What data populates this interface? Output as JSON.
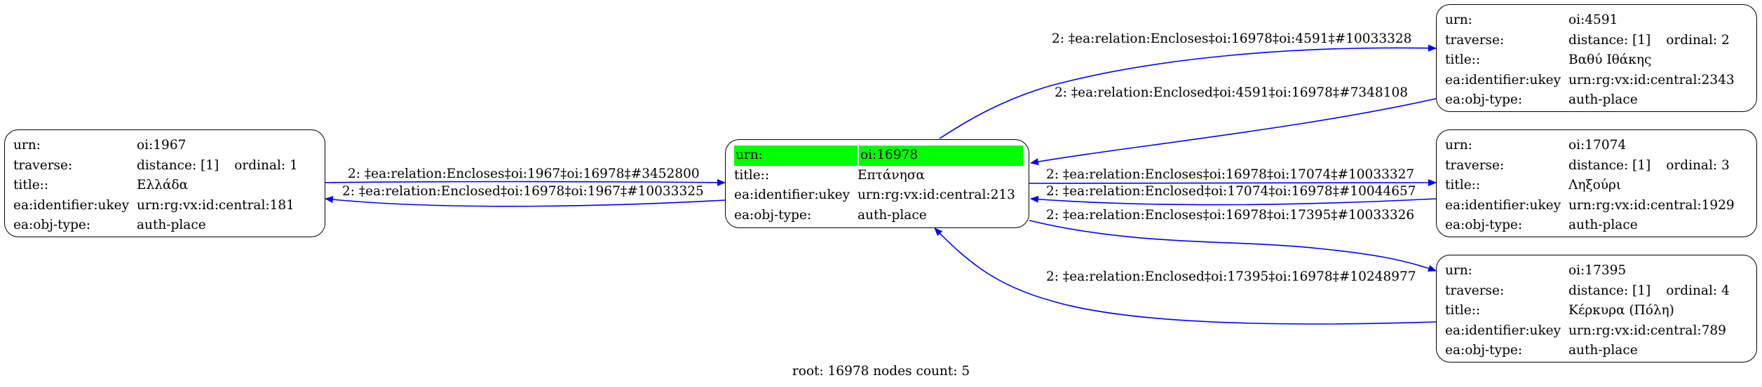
{
  "colors": {
    "edge": "#0000ff",
    "highlight": "#00ff00"
  },
  "nodes": {
    "n1967": {
      "urn_key": "urn:",
      "urn": "oi:1967",
      "traverse_key": "traverse:",
      "distance": "distance: [1]",
      "ordinal": "ordinal: 1",
      "title_key": "title::",
      "title": "Ελλάδα",
      "ukey_key": "ea:identifier:ukey",
      "ukey": "urn:rg:vx:id:central:181",
      "type_key": "ea:obj-type:",
      "type": "auth-place"
    },
    "n16978": {
      "urn_key": "urn:",
      "urn": "oi:16978",
      "title_key": "title::",
      "title": "Επτάνησα",
      "ukey_key": "ea:identifier:ukey",
      "ukey": "urn:rg:vx:id:central:213",
      "type_key": "ea:obj-type:",
      "type": "auth-place"
    },
    "n4591": {
      "urn_key": "urn:",
      "urn": "oi:4591",
      "traverse_key": "traverse:",
      "distance": "distance: [1]",
      "ordinal": "ordinal: 2",
      "title_key": "title::",
      "title": "Βαθύ Ιθάκης",
      "ukey_key": "ea:identifier:ukey",
      "ukey": "urn:rg:vx:id:central:2343",
      "type_key": "ea:obj-type:",
      "type": "auth-place"
    },
    "n17074": {
      "urn_key": "urn:",
      "urn": "oi:17074",
      "traverse_key": "traverse:",
      "distance": "distance: [1]",
      "ordinal": "ordinal: 3",
      "title_key": "title::",
      "title": "Ληξούρι",
      "ukey_key": "ea:identifier:ukey",
      "ukey": "urn:rg:vx:id:central:1929",
      "type_key": "ea:obj-type:",
      "type": "auth-place"
    },
    "n17395": {
      "urn_key": "urn:",
      "urn": "oi:17395",
      "traverse_key": "traverse:",
      "distance": "distance: [1]",
      "ordinal": "ordinal: 4",
      "title_key": "title::",
      "title": "Κέρκυρα (Πόλη)",
      "ukey_key": "ea:identifier:ukey",
      "ukey": "urn:rg:vx:id:central:789",
      "type_key": "ea:obj-type:",
      "type": "auth-place"
    }
  },
  "edges": {
    "e1": "2: ‡ea:relation:Encloses‡oi:1967‡oi:16978‡#3452800",
    "e2": "2: ‡ea:relation:Enclosed‡oi:16978‡oi:1967‡#10033325",
    "e3": "2: ‡ea:relation:Encloses‡oi:16978‡oi:4591‡#10033328",
    "e4": "2: ‡ea:relation:Enclosed‡oi:4591‡oi:16978‡#7348108",
    "e5": "2: ‡ea:relation:Encloses‡oi:16978‡oi:17074‡#10033327",
    "e6": "2: ‡ea:relation:Enclosed‡oi:17074‡oi:16978‡#10044657",
    "e7": "2: ‡ea:relation:Encloses‡oi:16978‡oi:17395‡#10033326",
    "e8": "2: ‡ea:relation:Enclosed‡oi:17395‡oi:16978‡#10248977"
  },
  "footer": "root: 16978 nodes count: 5"
}
